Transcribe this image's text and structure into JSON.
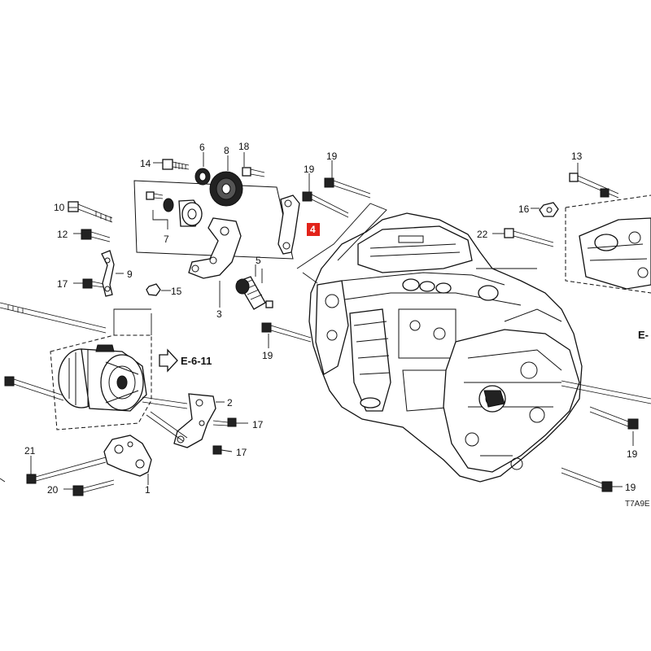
{
  "diagram": {
    "ref_code": "T7A9E",
    "cross_refs": [
      {
        "label": "E-6-11"
      },
      {
        "label": "E-"
      }
    ],
    "callouts": {
      "c1": "1",
      "c2": "2",
      "c3": "3",
      "c4": "4",
      "c5": "5",
      "c6": "6",
      "c7": "7",
      "c8": "8",
      "c9": "9",
      "c10": "10",
      "c12": "12",
      "c13": "13",
      "c14": "14",
      "c15": "15",
      "c16": "16",
      "c17a": "17",
      "c17b": "17",
      "c17c": "17",
      "c18": "18",
      "c19a": "19",
      "c19b": "19",
      "c19c": "19",
      "c19d": "19",
      "c19e": "19",
      "c20": "20",
      "c21": "21",
      "c22": "22"
    },
    "highlight_color": "#e2231a"
  }
}
